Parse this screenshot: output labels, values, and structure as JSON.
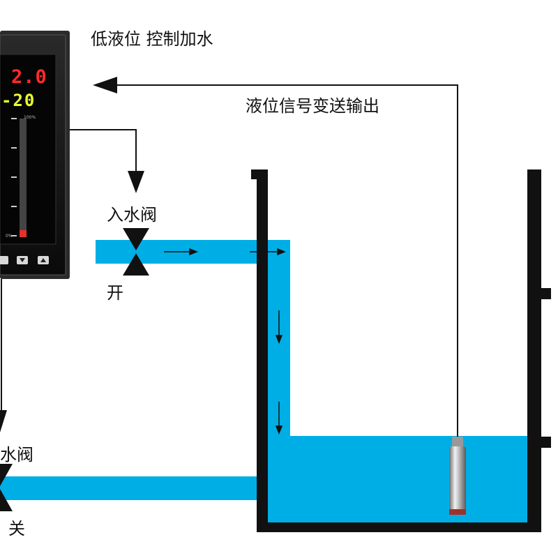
{
  "labels": {
    "mode": "低液位 控制加水",
    "signal": "液位信号变送输出",
    "inlet_valve": "入水阀",
    "inlet_state": "开",
    "outlet_valve": "水阀",
    "outlet_state": "关"
  },
  "controller": {
    "pv": "2.0",
    "sv": "-20",
    "bar_top": "100%",
    "bar_bottom": "0%",
    "level_fraction": 0.06
  },
  "colors": {
    "water": "#00aee6",
    "frame": "#111111",
    "pv": "#ff2a2a",
    "sv": "#e8ff2a"
  }
}
